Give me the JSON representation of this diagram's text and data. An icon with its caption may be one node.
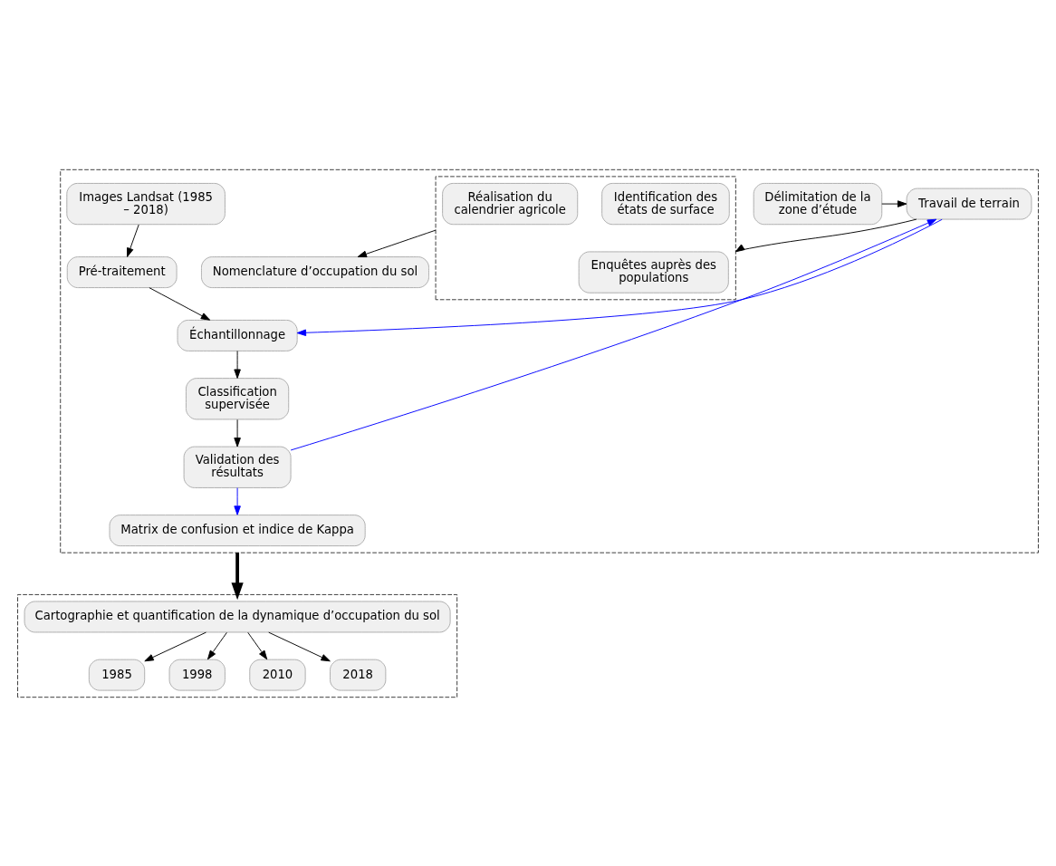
{
  "diagram": {
    "nodes": [
      {
        "text": [],
        "shape": "box"
      },
      {
        "text": [
          "Délimitation de la zone d’étude"
        ],
        "in": 0
      },
      {
        "text": [
          "Travail de terrain"
        ],
        "in": 0
      },
      {
        "text": [
          "Images Landsat (1985 – 2018)"
        ],
        "in": 0
      },
      {
        "text": [
          "Pré-traitement"
        ],
        "in": 0
      },
      {
        "text": [],
        "shape": "box",
        "in": 0
      },
      {
        "text": [
          "Enquêtes auprès des populations"
        ],
        "in": 5
      },
      {
        "text": [
          "Identification des états de surface"
        ],
        "in": 5
      },
      {
        "text": [
          "Réalisation du calendrier agricole"
        ],
        "in": 5
      },
      {
        "text": [
          "Échantillonnage"
        ],
        "in": 0
      },
      {
        "text": [
          "Classification supervisée"
        ],
        "in": 0
      },
      {
        "text": [
          "Nomenclature d’occupation du sol"
        ],
        "in": 0
      },
      {
        "text": [
          "Validation des résultats"
        ],
        "in": 0
      },
      {
        "text": [
          "Matrix de confusion et indice de Kappa"
        ],
        "in": 0
      },
      {
        "text": [],
        "shape": "box"
      },
      {
        "text": [
          "Cartographie et quantification de la dynamique d’occupation du sol"
        ],
        "in": 14
      },
      {
        "text": [
          "1985"
        ],
        "in": 14
      },
      {
        "text": [
          "1998"
        ],
        "in": 14
      },
      {
        "text": [
          "2010"
        ],
        "in": 14
      },
      {
        "text": [
          "2018"
        ],
        "in": 14
      }
    ],
    "edges": [
      {
        "from": 1,
        "to": 2,
        "arrow": "to"
      },
      {
        "from": 2,
        "to": 5,
        "arrow": "to"
      },
      {
        "from": 3,
        "to": 4,
        "arrow": "to"
      },
      {
        "from": 4,
        "to": 9,
        "arrow": "to"
      },
      {
        "from": 2,
        "to": 9,
        "arrow": "to",
        "color": "#0000ff"
      },
      {
        "from": 12,
        "to": 2,
        "arrow": "to",
        "color": "#0000ff"
      },
      {
        "from": 9,
        "to": 10,
        "arrow": "to"
      },
      {
        "from": 10,
        "to": 12,
        "arrow": "to"
      },
      {
        "from": 5,
        "to": 11,
        "arrow": "to"
      },
      {
        "from": 12,
        "to": 13,
        "arrow": "to",
        "color": "#0000ff"
      },
      {
        "from": 0,
        "to": 14,
        "arrow": "to",
        "style": "thick"
      },
      {
        "from": 15,
        "to": 16,
        "arrow": "to"
      },
      {
        "from": 15,
        "to": 17,
        "arrow": "to"
      },
      {
        "from": 15,
        "to": 18,
        "arrow": "to"
      },
      {
        "from": 15,
        "to": 19,
        "arrow": "to"
      }
    ]
  }
}
